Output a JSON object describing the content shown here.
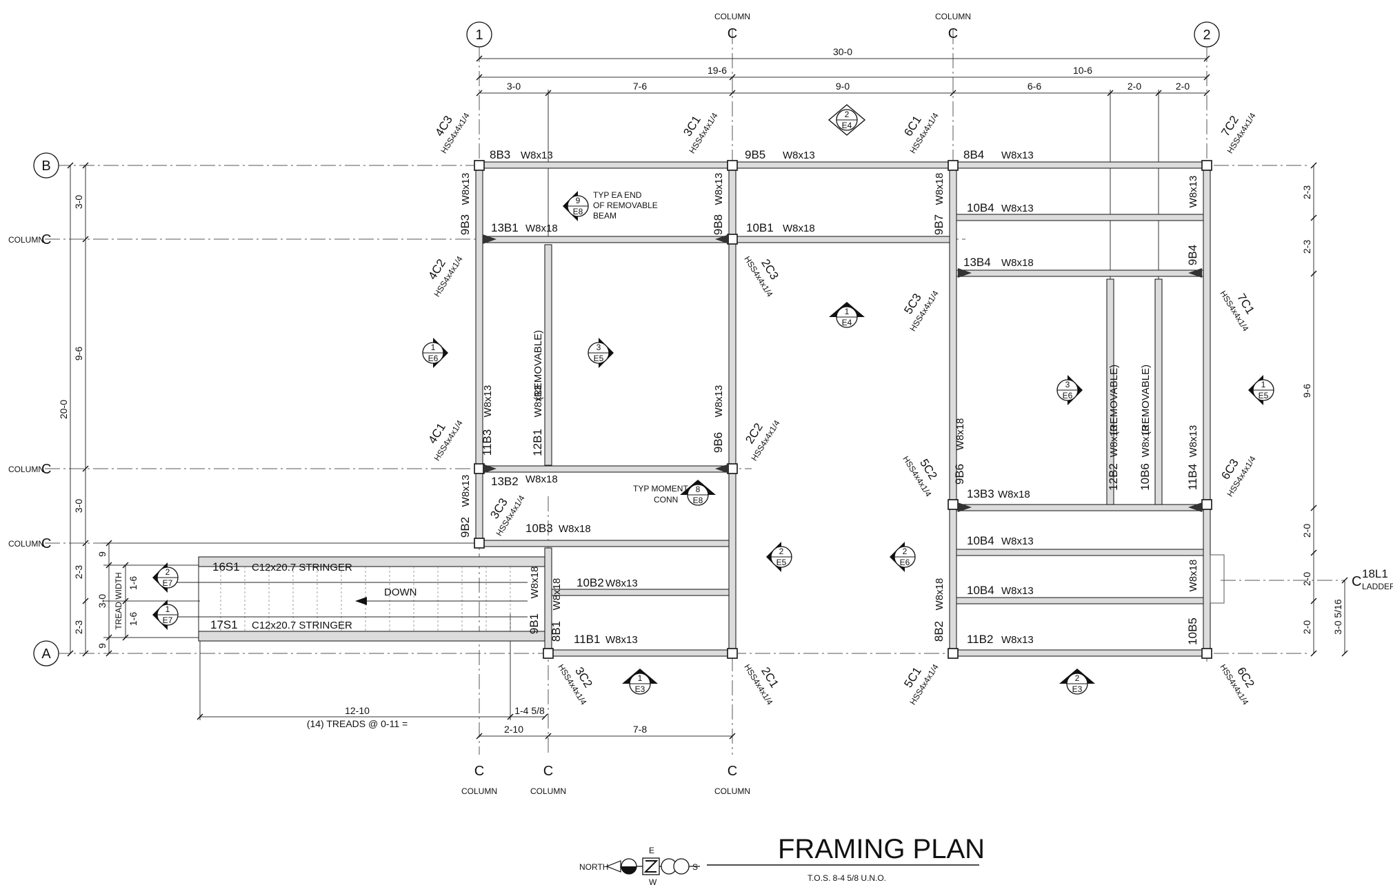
{
  "title": {
    "text": "FRAMING PLAN",
    "note": "T.O.S. 8-4 5/8 U.N.O."
  },
  "north_arrow": {
    "n": "NORTH",
    "e": "E",
    "w": "W",
    "s": "S"
  },
  "grid_bubbles": {
    "g1": "1",
    "g2": "2",
    "gA": "A",
    "gB": "B"
  },
  "column_word": "COLUMN",
  "cl_symbol": "C",
  "dims_top": {
    "overall": "30-0",
    "left": "19-6",
    "right": "10-6",
    "a": "3-0",
    "b": "7-6",
    "c": "9-0",
    "d": "6-6",
    "e": "2-0",
    "f": "2-0"
  },
  "dims_left": {
    "overall": "20-0",
    "a": "3-0",
    "b": "9-6",
    "c": "3-0",
    "d": "2-3",
    "e": "2-3",
    "f": "9",
    "g": "9",
    "h": "1-6",
    "i": "1-6",
    "j": "3-0",
    "tread_width": "TREAD WIDTH"
  },
  "dims_right": {
    "a": "2-3",
    "b": "2-3",
    "c": "9-6",
    "d": "2-0",
    "e": "2-0",
    "f": "2-0",
    "g": "3-0 5/16"
  },
  "dims_bottom": {
    "stair_len": "12-10",
    "treads": "(14) TREADS @ 0-11 =",
    "offset": "1-4 5/8",
    "a": "2-10",
    "b": "7-8"
  },
  "members": {
    "b_8B3": "8B3",
    "b_9B5": "9B5",
    "b_8B4": "8B4",
    "b_13B1": "13B1",
    "b_9B8": "9B8",
    "b_10B1": "10B1",
    "b_9B7": "9B7",
    "b_10B4a": "10B4",
    "b_13B4": "13B4",
    "b_9B4": "9B4",
    "b_9B3": "9B3",
    "b_12B1": "12B1",
    "b_11B3": "11B3",
    "b_9B6a": "9B6",
    "b_13B2": "13B2",
    "b_9B2": "9B2",
    "b_10B3": "10B3",
    "b_10B2": "10B2",
    "b_9B1": "9B1",
    "b_11B1": "11B1",
    "b_8B1": "8B1",
    "b_9B6b": "9B6",
    "b_12B2": "12B2",
    "b_10B6": "10B6",
    "b_11B4": "11B4",
    "b_13B3": "13B3",
    "b_10B4b": "10B4",
    "b_10B4c": "10B4",
    "b_8B2": "8B2",
    "b_11B2": "11B2",
    "b_10B5": "10B5",
    "s_16S1": "16S1",
    "s_17S1": "17S1",
    "l_18L1": "18L1"
  },
  "sizes": {
    "w813": "W8x13",
    "w818": "W8x18",
    "hss": "HSS4x4x1/4",
    "stringer": "C12x20.7 STRINGER",
    "removable": "(REMOVABLE)",
    "ladder": "LADDER",
    "down": "DOWN"
  },
  "columns": {
    "c4C3": "4C3",
    "c3C1": "3C1",
    "c6C1": "6C1",
    "c7C2": "7C2",
    "c4C2": "4C2",
    "c2C3": "2C3",
    "c5C3": "5C3",
    "c7C1": "7C1",
    "c4C1": "4C1",
    "c2C2": "2C2",
    "c5C2": "5C2",
    "c6C3": "6C3",
    "c3C3": "3C3",
    "c3C2": "3C2",
    "c2C1": "2C1",
    "c5C1": "5C1",
    "c6C2": "6C2"
  },
  "notes": {
    "typ_end_1": "TYP EA END",
    "typ_end_2": "OF REMOVABLE",
    "typ_end_3": "BEAM",
    "moment_1": "TYP MOMENT",
    "moment_2": "CONN"
  },
  "callouts": {
    "k1": {
      "n": "2",
      "s": "E4"
    },
    "k2": {
      "n": "9",
      "s": "E8"
    },
    "k3": {
      "n": "1",
      "s": "E4"
    },
    "k4": {
      "n": "1",
      "s": "E6"
    },
    "k5": {
      "n": "3",
      "s": "E5"
    },
    "k6": {
      "n": "3",
      "s": "E6"
    },
    "k7": {
      "n": "1",
      "s": "E5"
    },
    "k8": {
      "n": "8",
      "s": "E8"
    },
    "k9": {
      "n": "2",
      "s": "E5"
    },
    "k10": {
      "n": "2",
      "s": "E6"
    },
    "k11": {
      "n": "2",
      "s": "E7"
    },
    "k12": {
      "n": "1",
      "s": "E7"
    },
    "k13": {
      "n": "1",
      "s": "E3"
    },
    "k14": {
      "n": "2",
      "s": "E3"
    }
  }
}
